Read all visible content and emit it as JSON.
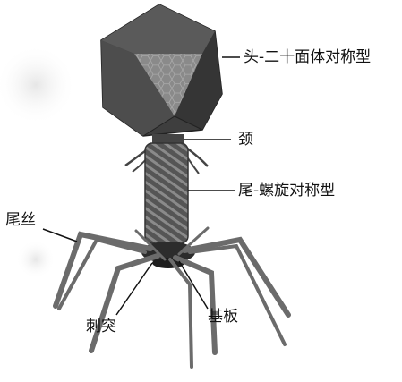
{
  "figure": {
    "labels": {
      "head": "头-二十面体对称型",
      "neck": "颈",
      "tail": "尾-螺旋对称型",
      "tail_fibers": "尾丝",
      "spikes": "刺突",
      "baseplate": "基板"
    },
    "colors": {
      "head_dark": "#3a3a3a",
      "head_light": "#7a7a7a",
      "tail": "#4a4a4a",
      "fiber": "#6b6b6b",
      "leader_line": "#111111"
    }
  }
}
